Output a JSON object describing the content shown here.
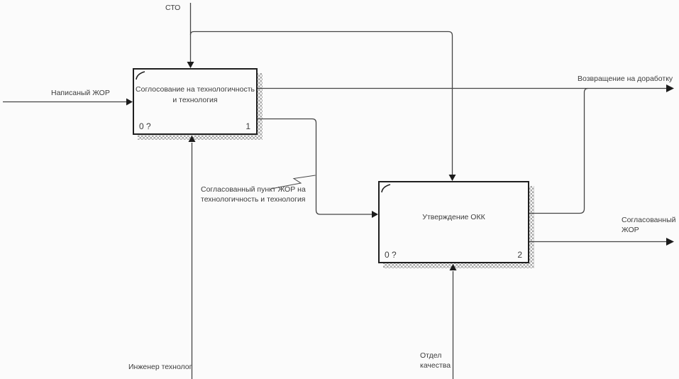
{
  "colors": {
    "background": "#fbfbfb",
    "line": "#454545",
    "box_border": "#1f1f1f",
    "text": "#3c3c3c",
    "shadow_hatch": "#a8a8a8"
  },
  "boxes": [
    {
      "title_line1": "Соглосование на технологичность",
      "title_line2": "и технология",
      "corner": "0 ?",
      "number": "1"
    },
    {
      "title_line1": "Утверждение ОКК",
      "corner": "0 ?",
      "number": "2"
    }
  ],
  "labels": {
    "control": "СТО",
    "input": "Написаный ЖОР",
    "rework": "Возвращение на доработку",
    "intermediate_line1": "Согласованный пункт ЖОР на",
    "intermediate_line2": "технологичность и технология",
    "final_line1": "Согласованный",
    "final_line2": "ЖОР",
    "mechanism1": "Инженер технолог",
    "mechanism2_line1": "Отдел",
    "mechanism2_line2": "качества"
  }
}
